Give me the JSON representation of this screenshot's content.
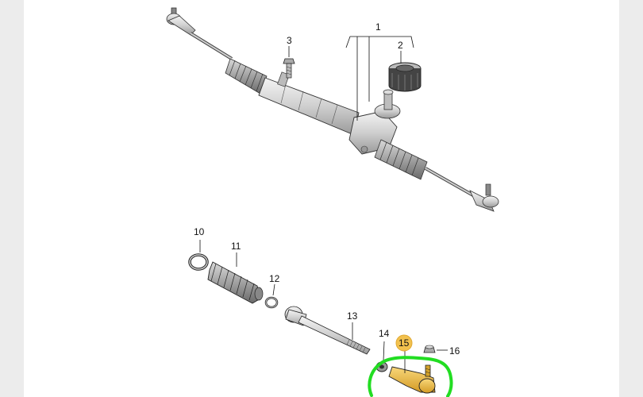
{
  "diagram": {
    "callouts": {
      "c1": "1",
      "c2": "2",
      "c3": "3",
      "c10": "10",
      "c11": "11",
      "c12": "12",
      "c13": "13",
      "c14": "14",
      "c15": "15",
      "c16": "16"
    },
    "highlight": {
      "part_fill": "#f2c14e",
      "badge_fill": "#f2c14e",
      "outline_color": "#22dd22"
    }
  }
}
